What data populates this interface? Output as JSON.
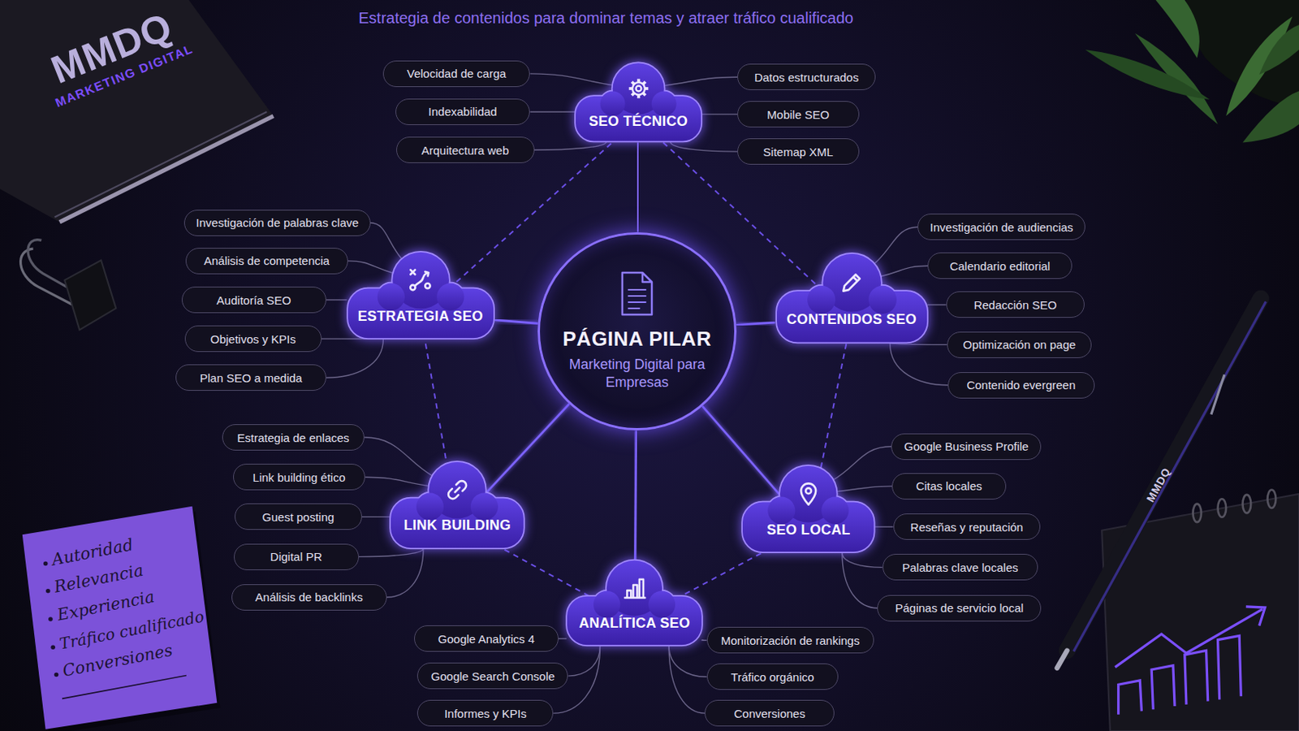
{
  "diagram": {
    "title": "Estrategia de contenidos para dominar temas y atraer tráfico cualificado",
    "nodes": [
      {
        "text": [
          "PÁGINA PILAR",
          "Marketing Digital para Empresas"
        ]
      },
      {
        "text": [
          "SEO TÉCNICO"
        ]
      },
      {
        "text": [
          "CONTENIDOS SEO"
        ]
      },
      {
        "text": [
          "SEO LOCAL"
        ]
      },
      {
        "text": [
          "ANALÍTICA SEO"
        ]
      },
      {
        "text": [
          "LINK BUILDING"
        ]
      },
      {
        "text": [
          "ESTRATEGIA SEO"
        ]
      },
      {
        "text": [
          "Velocidad de carga"
        ]
      },
      {
        "text": [
          "Indexabilidad"
        ]
      },
      {
        "text": [
          "Arquitectura web"
        ]
      },
      {
        "text": [
          "Datos estructurados"
        ]
      },
      {
        "text": [
          "Mobile SEO"
        ]
      },
      {
        "text": [
          "Sitemap XML"
        ]
      },
      {
        "text": [
          "Investigación de audiencias"
        ]
      },
      {
        "text": [
          "Calendario editorial"
        ]
      },
      {
        "text": [
          "Redacción SEO"
        ]
      },
      {
        "text": [
          "Optimización on page"
        ]
      },
      {
        "text": [
          "Contenido evergreen"
        ]
      },
      {
        "text": [
          "Google Business Profile"
        ]
      },
      {
        "text": [
          "Citas locales"
        ]
      },
      {
        "text": [
          "Reseñas y reputación"
        ]
      },
      {
        "text": [
          "Palabras clave locales"
        ]
      },
      {
        "text": [
          "Páginas de servicio local"
        ]
      },
      {
        "text": [
          "Google Analytics 4"
        ]
      },
      {
        "text": [
          "Google Search Console"
        ]
      },
      {
        "text": [
          "Informes y KPIs"
        ]
      },
      {
        "text": [
          "Monitorización de rankings"
        ]
      },
      {
        "text": [
          "Tráfico orgánico"
        ]
      },
      {
        "text": [
          "Conversiones"
        ]
      },
      {
        "text": [
          "Estrategia de enlaces"
        ]
      },
      {
        "text": [
          "Link building ético"
        ]
      },
      {
        "text": [
          "Guest posting"
        ]
      },
      {
        "text": [
          "Digital PR"
        ]
      },
      {
        "text": [
          "Análisis de backlinks"
        ]
      },
      {
        "text": [
          "Investigación de palabras clave"
        ]
      },
      {
        "text": [
          "Análisis de competencia"
        ]
      },
      {
        "text": [
          "Auditoría SEO"
        ]
      },
      {
        "text": [
          "Objetivos y KPIs"
        ]
      },
      {
        "text": [
          "Plan SEO a medida"
        ]
      }
    ],
    "edges": [
      {
        "from": 0,
        "to": 1,
        "arrow": "none"
      },
      {
        "from": 0,
        "to": 2,
        "arrow": "none"
      },
      {
        "from": 0,
        "to": 3,
        "arrow": "none"
      },
      {
        "from": 0,
        "to": 4,
        "arrow": "none"
      },
      {
        "from": 0,
        "to": 5,
        "arrow": "none"
      },
      {
        "from": 0,
        "to": 6,
        "arrow": "none"
      },
      {
        "from": 1,
        "to": 2,
        "arrow": "none"
      },
      {
        "from": 2,
        "to": 3,
        "arrow": "none"
      },
      {
        "from": 3,
        "to": 4,
        "arrow": "none"
      },
      {
        "from": 4,
        "to": 5,
        "arrow": "none"
      },
      {
        "from": 5,
        "to": 6,
        "arrow": "none"
      },
      {
        "from": 6,
        "to": 1,
        "arrow": "none"
      },
      {
        "from": 1,
        "to": 7,
        "arrow": "none"
      },
      {
        "from": 1,
        "to": 8,
        "arrow": "none"
      },
      {
        "from": 1,
        "to": 9,
        "arrow": "none"
      },
      {
        "from": 1,
        "to": 10,
        "arrow": "none"
      },
      {
        "from": 1,
        "to": 11,
        "arrow": "none"
      },
      {
        "from": 1,
        "to": 12,
        "arrow": "none"
      },
      {
        "from": 2,
        "to": 13,
        "arrow": "none"
      },
      {
        "from": 2,
        "to": 14,
        "arrow": "none"
      },
      {
        "from": 2,
        "to": 15,
        "arrow": "none"
      },
      {
        "from": 2,
        "to": 16,
        "arrow": "none"
      },
      {
        "from": 2,
        "to": 17,
        "arrow": "none"
      },
      {
        "from": 3,
        "to": 18,
        "arrow": "none"
      },
      {
        "from": 3,
        "to": 19,
        "arrow": "none"
      },
      {
        "from": 3,
        "to": 20,
        "arrow": "none"
      },
      {
        "from": 3,
        "to": 21,
        "arrow": "none"
      },
      {
        "from": 3,
        "to": 22,
        "arrow": "none"
      },
      {
        "from": 4,
        "to": 23,
        "arrow": "none"
      },
      {
        "from": 4,
        "to": 24,
        "arrow": "none"
      },
      {
        "from": 4,
        "to": 25,
        "arrow": "none"
      },
      {
        "from": 4,
        "to": 26,
        "arrow": "none"
      },
      {
        "from": 4,
        "to": 27,
        "arrow": "none"
      },
      {
        "from": 4,
        "to": 28,
        "arrow": "none"
      },
      {
        "from": 5,
        "to": 29,
        "arrow": "none"
      },
      {
        "from": 5,
        "to": 30,
        "arrow": "none"
      },
      {
        "from": 5,
        "to": 31,
        "arrow": "none"
      },
      {
        "from": 5,
        "to": 32,
        "arrow": "none"
      },
      {
        "from": 5,
        "to": 33,
        "arrow": "none"
      },
      {
        "from": 6,
        "to": 34,
        "arrow": "none"
      },
      {
        "from": 6,
        "to": 35,
        "arrow": "none"
      },
      {
        "from": 6,
        "to": 36,
        "arrow": "none"
      },
      {
        "from": 6,
        "to": 37,
        "arrow": "none"
      },
      {
        "from": 6,
        "to": 38,
        "arrow": "none"
      }
    ],
    "labels": [
      "MMDQ",
      "MARKETING DIGITAL",
      "Autoridad",
      "Relevancia",
      "Experiencia",
      "Tráfico cualificado",
      "Conversiones",
      "MMDQ"
    ]
  }
}
